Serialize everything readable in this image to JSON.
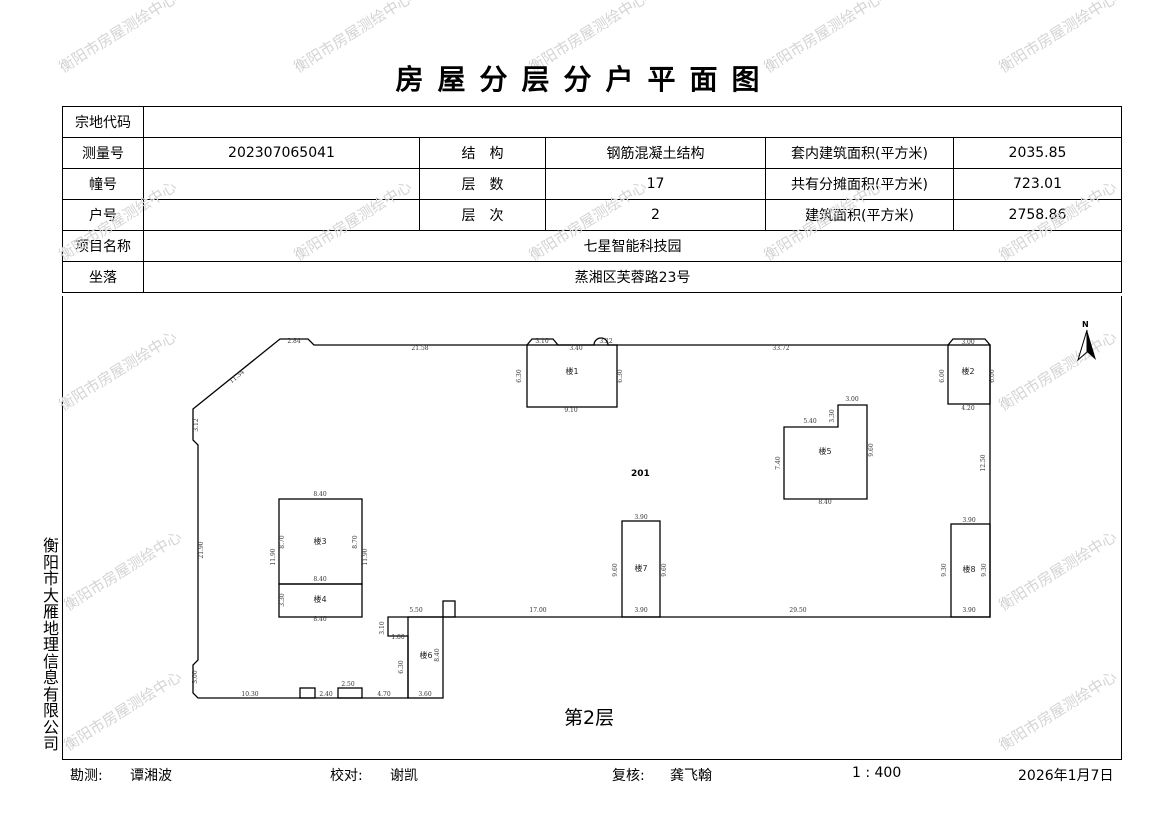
{
  "title": "房屋分层分户平面图",
  "watermark": "衡阳市房屋测绘中心",
  "company": "衡阳市大雁地理信息有限公司",
  "table": {
    "parcel_code_label": "宗地代码",
    "parcel_code": "",
    "survey_no_label": "测量号",
    "survey_no": "202307065041",
    "structure_label": "结　构",
    "structure": "钢筋混凝土结构",
    "inner_area_label": "套内建筑面积(平方米)",
    "inner_area": "2035.85",
    "building_no_label": "幢号",
    "building_no": "",
    "floors_label": "层　数",
    "floors": "17",
    "shared_area_label": "共有分摊面积(平方米)",
    "shared_area": "723.01",
    "unit_no_label": "户号",
    "unit_no": "",
    "floor_label": "层　次",
    "floor": "2",
    "building_area_label": "建筑面积(平方米)",
    "building_area": "2758.86",
    "project_label": "项目名称",
    "project": "七星智能科技园",
    "location_label": "坐落",
    "location": "蒸湘区芙蓉路23号"
  },
  "plan": {
    "unit": "201",
    "floor_caption": "第2层",
    "north": "N",
    "dims": [
      "2.84",
      "11.34",
      "21.58",
      "3.10",
      "3.40",
      "3.22",
      "6.30",
      "6.30",
      "楼1",
      "9.10",
      "33.72",
      "3.00",
      "6.00",
      "楼2",
      "6.00",
      "4.20",
      "12.50",
      "3.00",
      "3.30",
      "5.40",
      "7.40",
      "楼5",
      "9.60",
      "8.40",
      "3.12",
      "21.90",
      "8.40",
      "11.90",
      "8.70",
      "楼3",
      "8.70",
      "11.90",
      "8.40",
      "3.30",
      "楼4",
      "8.40",
      "5.50",
      "17.00",
      "3.90",
      "9.60",
      "楼7",
      "9.60",
      "3.90",
      "29.50",
      "3.90",
      "9.30",
      "楼8",
      "9.30",
      "3.90",
      "3.10",
      "1.80",
      "6.30",
      "楼6",
      "8.40",
      "3.60",
      "4.70",
      "2.40",
      "2.50",
      "10.30",
      "3.00"
    ]
  },
  "footer": {
    "surveyor_label": "勘测:",
    "surveyor": "谭湘波",
    "checker_label": "校对:",
    "checker": "谢凯",
    "reviewer_label": "复核:",
    "reviewer": "龚飞翰",
    "scale": "1 : 400",
    "date": "2026年1月7日"
  }
}
